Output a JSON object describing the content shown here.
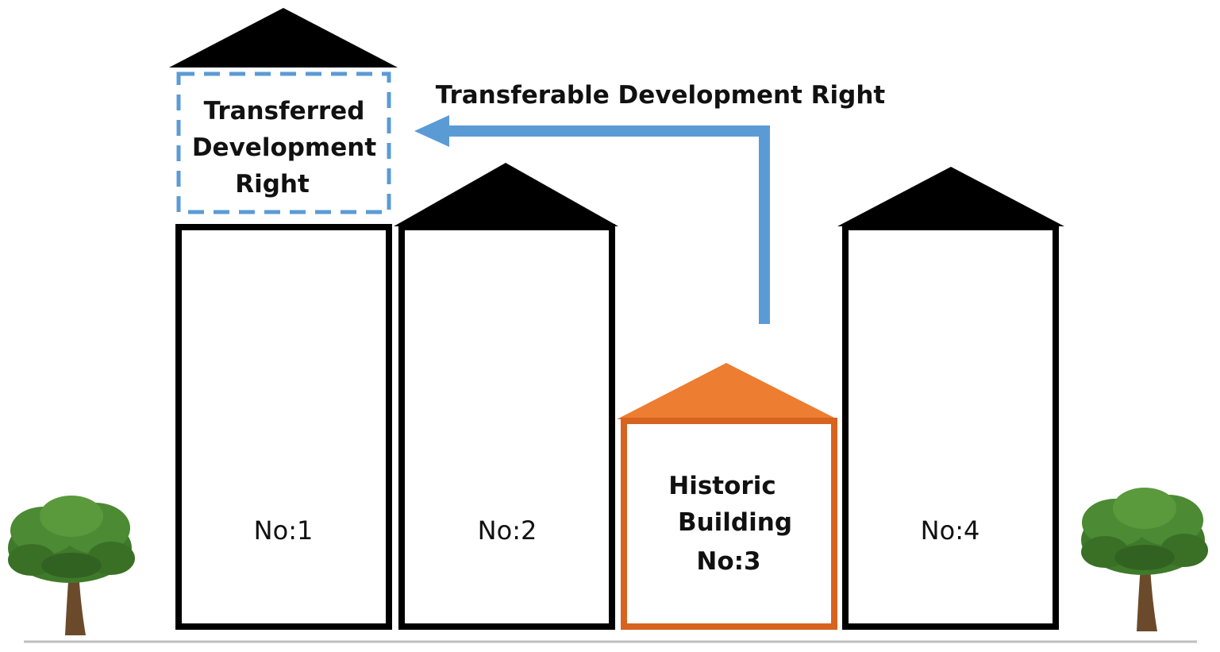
{
  "arrow": {
    "label": "Transferable Development Right",
    "color": "#5B9BD5"
  },
  "transferred_box": {
    "line1": "Transferred",
    "line2": "Development",
    "line3": "Right",
    "border_color": "#5B9BD5"
  },
  "buildings": [
    {
      "label": "No:1"
    },
    {
      "label": "No:2"
    },
    {
      "historic_line1": "Historic",
      "historic_line2": "Building",
      "label": "No:3",
      "color": "#ED7D31",
      "stroke": "#D6631E"
    },
    {
      "label": "No:4"
    }
  ],
  "colors": {
    "building_outline": "#000000",
    "roof": "#000000",
    "ground": "#bfbfbf",
    "tree_canopy": "#3f7a2a",
    "tree_trunk": "#6b4a2b"
  }
}
